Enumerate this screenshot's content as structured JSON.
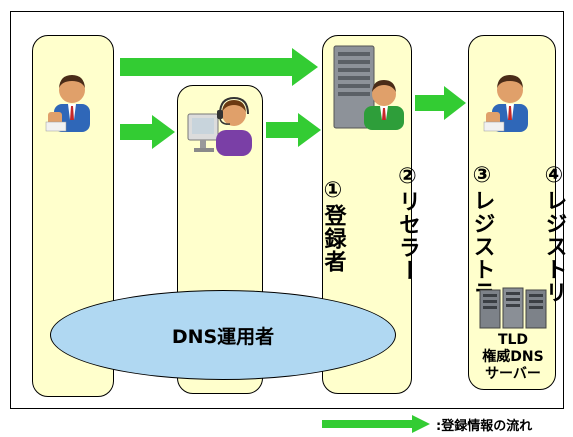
{
  "lanes": [
    {
      "label": "①登録者"
    },
    {
      "label": "②リセラー"
    },
    {
      "label": "③レジストラ"
    },
    {
      "label": "④レジストリ"
    }
  ],
  "ellipse": {
    "label": "DNS運用者"
  },
  "tld": {
    "line1": "TLD",
    "line2": "権威DNS",
    "line3": "サーバー"
  },
  "legend": {
    "label": ":登録情報の流れ"
  },
  "colors": {
    "lane_fill": "#ffffcc",
    "arrow": "#33cc33",
    "ellipse_fill": "#b0d8f2"
  }
}
